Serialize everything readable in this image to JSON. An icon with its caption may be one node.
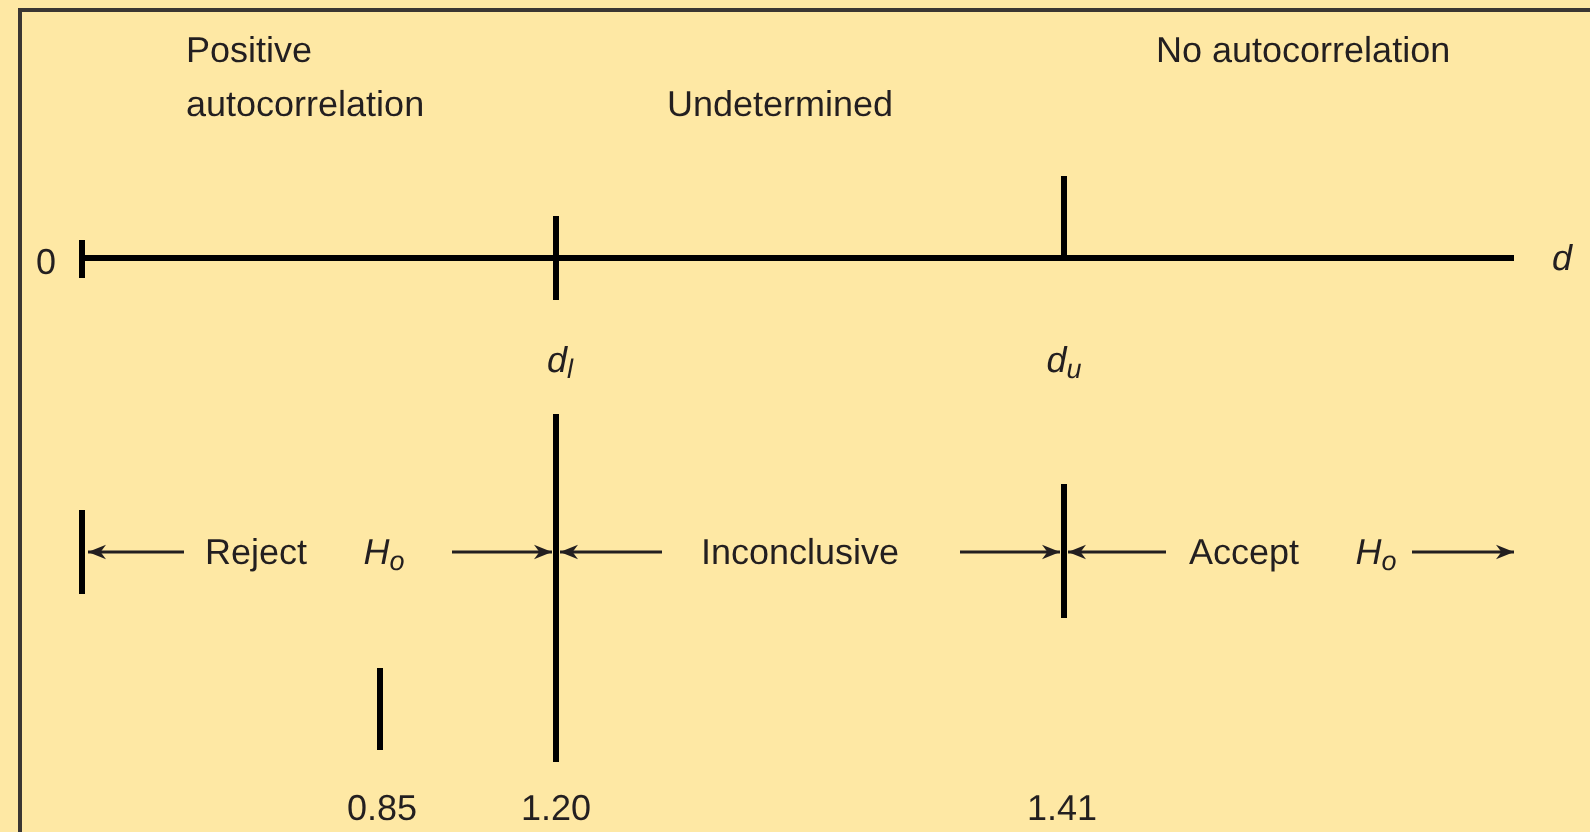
{
  "diagram": {
    "labels": [
      "Positive autocorrelation",
      "Undetermined",
      "No autocorrelation",
      "0",
      "d",
      "d$_{l}$",
      "d$_{u}$",
      "Reject",
      "H$_{o}$",
      "Inconclusive",
      "Accept",
      "H$_{o}$",
      "0.85",
      "1.20",
      "1.41"
    ]
  }
}
